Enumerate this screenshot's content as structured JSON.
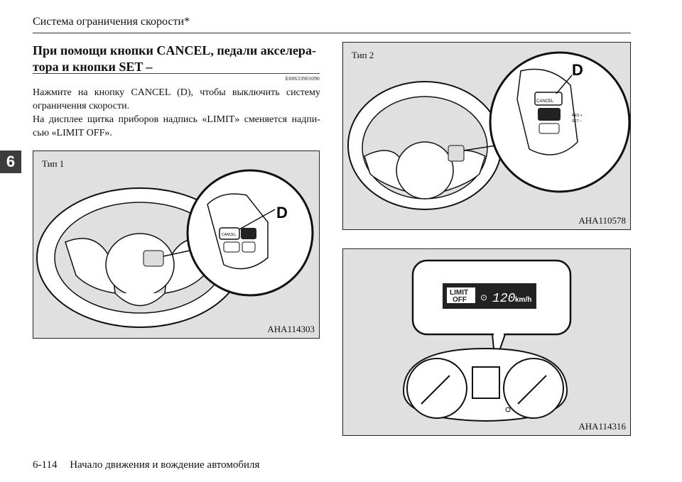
{
  "header": {
    "title": "Система ограничения скорости*"
  },
  "chapter_tab": "6",
  "section": {
    "heading": "При помощи кнопки CANCEL, педали акселера-тора и кнопки SET –",
    "code": "E00633901090",
    "paragraphs": [
      "Нажмите на кнопку CANCEL (D), чтобы выключить систему ограничения скорости.",
      "На дисплее щитка приборов надпись «LIMIT» сменяется надпи-сью «LIMIT OFF»."
    ]
  },
  "figures": {
    "fig1": {
      "label": "Тип 1",
      "callout": "D",
      "code": "AHA114303",
      "btn_cancel": "CANCEL"
    },
    "fig2": {
      "label": "Тип 2",
      "callout": "D",
      "code": "AHA110578",
      "btn_cancel": "CANCEL",
      "btn_res": "RES +",
      "btn_set": "SET –"
    },
    "fig3": {
      "code": "AHA114316",
      "display_limit": "LIMIT",
      "display_off": "OFF",
      "display_speed": "120",
      "display_unit": "km/h"
    }
  },
  "footer": {
    "page_number": "6-114",
    "chapter_title": "Начало движения и вождение автомобиля"
  }
}
